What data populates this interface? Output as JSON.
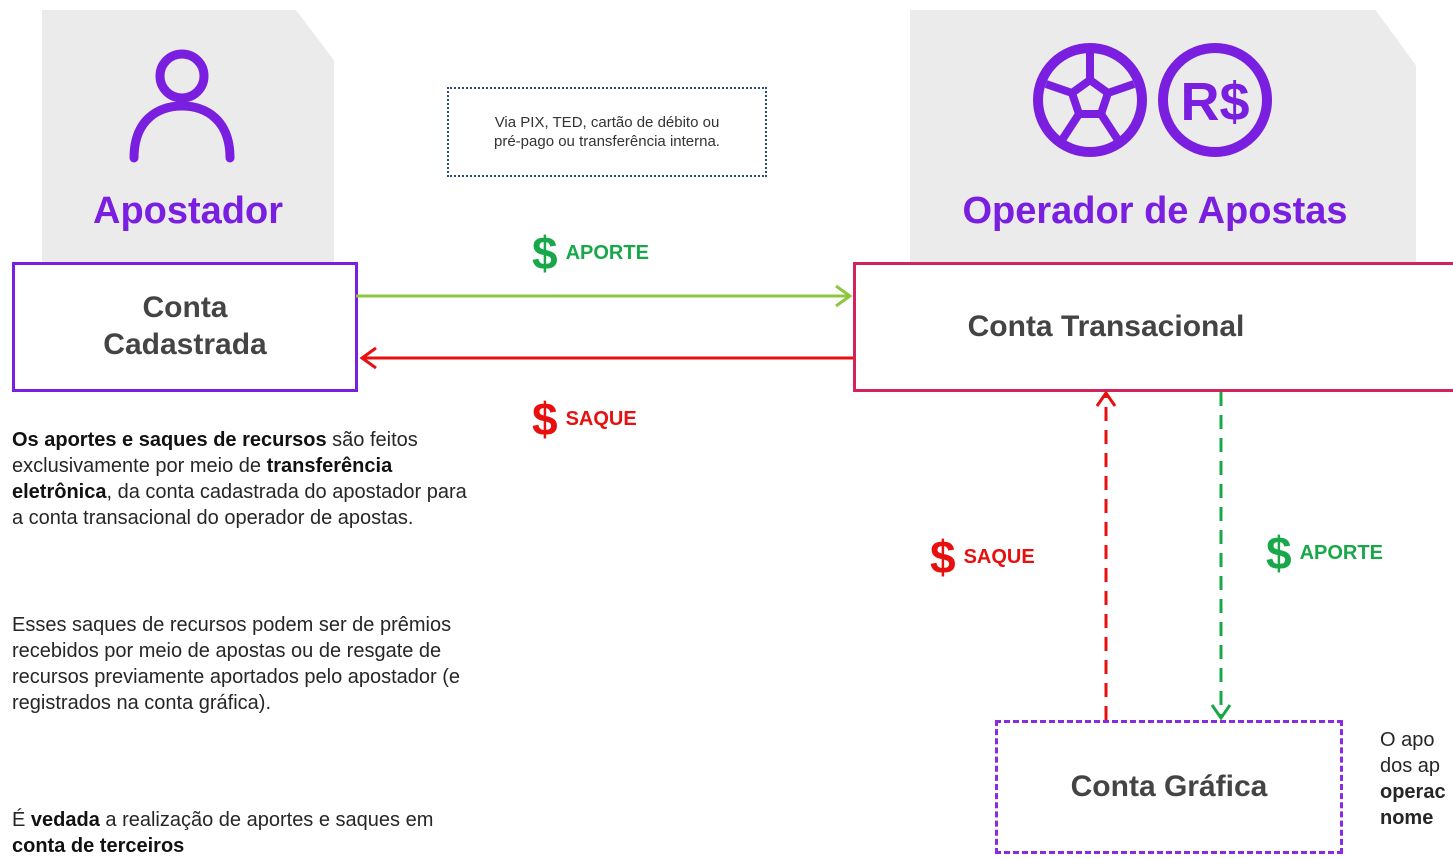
{
  "apostador": {
    "title": "Apostador",
    "icon": "person-icon",
    "account": "Conta Cadastrada"
  },
  "operador": {
    "title": "Operador de Apostas",
    "icons": [
      "soccer-ball-icon",
      "real-currency-icon"
    ],
    "account": "Conta Transacional"
  },
  "grafica": {
    "account": "Conta Gráfica"
  },
  "payment_note": "Via PIX, TED, cartão de débito ou pré-pago ou transferência interna.",
  "flows": {
    "symbol": "$",
    "aporte": "APORTE",
    "saque": "SAQUE"
  },
  "paragraphs": {
    "p1_bold": "Os aportes e saques de recursos",
    "p1_text1": " são feitos exclusivamente por meio de ",
    "p1_bold2": "transferência eletrônica",
    "p1_text2": ", da conta cadastrada do apostador para a conta transacional do operador de apostas.",
    "p2": "Esses saques de recursos podem ser de prêmios recebidos por meio de apostas ou de resgate de recursos previamente aportados pelo apostador (e registrados na conta gráfica).",
    "p3_text1": "É ",
    "p3_bold": "vedada",
    "p3_text2": " a realização de aportes e saques em ",
    "p3_bold2": "conta de terceiros"
  },
  "side_note": {
    "line1": "O apo",
    "line2": "dos ap",
    "line3": "operac",
    "line4": "nome"
  },
  "colors": {
    "purple": "#7a1fe0",
    "crimson": "#d0245a",
    "green": "#18a84a",
    "red": "#e8100f",
    "light_green": "#8dc63f"
  }
}
